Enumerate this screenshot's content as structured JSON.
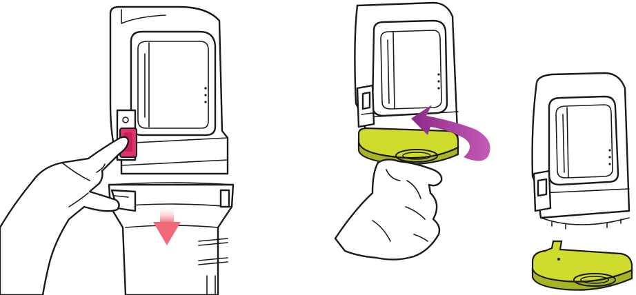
{
  "figure": {
    "panels": [
      {
        "name": "panel-1",
        "description_visible": false
      },
      {
        "name": "panel-2",
        "description_visible": false
      },
      {
        "name": "panel-3",
        "description_visible": false
      }
    ]
  },
  "colors": {
    "background": "#ffffff",
    "outline": "#1a1a1a",
    "release_button": "#e0336b",
    "release_button_dark": "#b3174c",
    "arrow_down": "#f06a7a",
    "arrow_rotate": "#8a2a88",
    "arrow_rotate_light": "#c55bb6",
    "filter_cap": "#cfdc2e",
    "filter_cap_dark": "#a8b523"
  },
  "icons": {
    "down_arrow": "arrow-down-icon",
    "rotate_arrow": "rotate-arrow-icon"
  }
}
